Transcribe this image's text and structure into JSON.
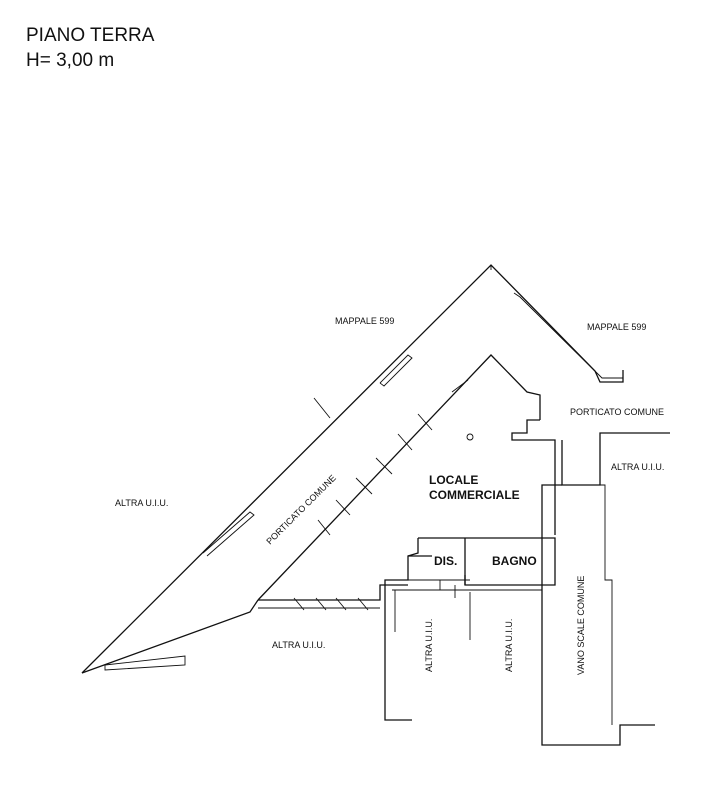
{
  "header": {
    "floor": "PIANO TERRA",
    "height": "H= 3,00 m"
  },
  "labels": {
    "mappale_left": "MAPPALE 599",
    "mappale_right": "MAPPALE 599",
    "porticato_comune_top": "PORTICATO COMUNE",
    "porticato_comune_diag": "PORTICATO COMUNE",
    "altra_uiu_left": "ALTRA U.I.U.",
    "altra_uiu_right": "ALTRA U.I.U.",
    "altra_uiu_bottom": "ALTRA U.I.U.",
    "altra_uiu_vert1": "ALTRA U.I.U.",
    "altra_uiu_vert2": "ALTRA U.I.U.",
    "vano_scale": "VANO SCALE COMUNE",
    "locale_line1": "LOCALE",
    "locale_line2": "COMMERCIALE",
    "dis": "DIS.",
    "bagno": "BAGNO"
  }
}
